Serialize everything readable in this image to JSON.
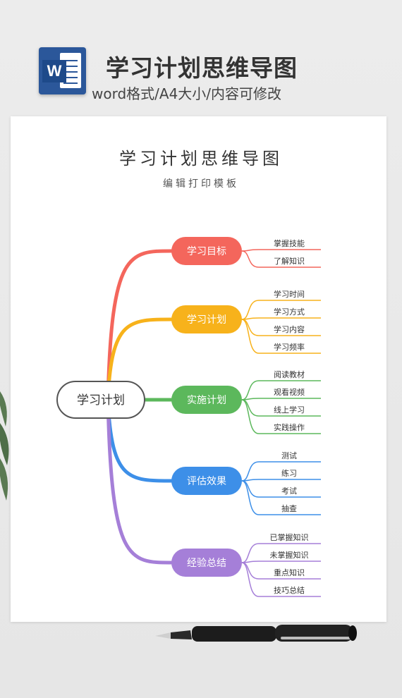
{
  "header": {
    "logo_letter": "W",
    "title": "学习计划思维导图",
    "subtitle": "word格式/A4大小/内容可修改"
  },
  "document": {
    "title": "学习计划思维导图",
    "subtitle": "编辑打印模板"
  },
  "mindmap": {
    "center": "学习计划",
    "branches": [
      {
        "label": "学习目标",
        "color": "#f4665c",
        "leaves": [
          "掌握技能",
          "了解知识"
        ]
      },
      {
        "label": "学习计划",
        "color": "#f7b21b",
        "leaves": [
          "学习时间",
          "学习方式",
          "学习内容",
          "学习频率"
        ]
      },
      {
        "label": "实施计划",
        "color": "#5cb85c",
        "leaves": [
          "阅读教材",
          "观看视频",
          "线上学习",
          "实践操作"
        ]
      },
      {
        "label": "评估效果",
        "color": "#3d8fe8",
        "leaves": [
          "测试",
          "练习",
          "考试",
          "抽查"
        ]
      },
      {
        "label": "经验总结",
        "color": "#a57fd8",
        "leaves": [
          "已掌握知识",
          "未掌握知识",
          "重点知识",
          "技巧总结"
        ]
      }
    ]
  },
  "icons": {
    "logo": "word-logo-icon",
    "pen": "fountain-pen-icon",
    "plant": "plant-leaf-icon"
  },
  "colors": {
    "center_border": "#555555",
    "word_blue": "#2b579a"
  }
}
